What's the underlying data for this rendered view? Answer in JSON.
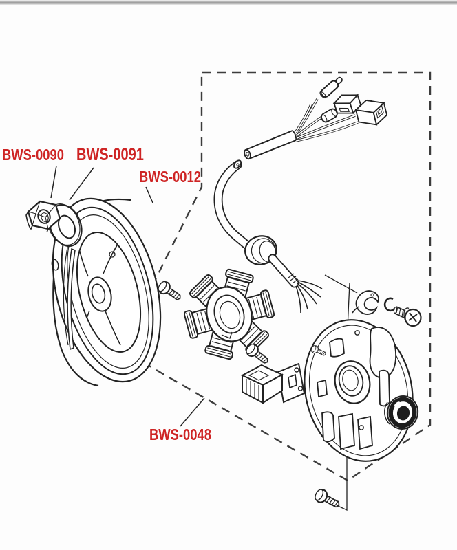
{
  "diagram": {
    "kind": "exploded-parts-diagram",
    "colors": {
      "label": "#ce2424",
      "line": "#222222",
      "background": "#fdfdfd",
      "dashed_boundary": "#3c3c3c"
    },
    "labels": {
      "nut_label": {
        "text": "BWS-0090",
        "points_to": "hex-nut"
      },
      "washer_label": {
        "text": "BWS-0091",
        "points_to": "washer"
      },
      "rotor_label": {
        "text": "BWS-0012",
        "points_to": "flywheel-rotor"
      },
      "assembly_label": {
        "text": "BWS-0048",
        "points_to": "stator-base-assembly-dashed-boundary"
      }
    },
    "parts_depicted": [
      "hex-nut",
      "washer",
      "flywheel-rotor",
      "wiring-harness-with-connectors",
      "rubber-grommet",
      "stator-coil-assembly",
      "pan-head-screws",
      "pickup-coil-unit",
      "stator-base-plate",
      "wire-clamp",
      "spring-washer",
      "hex-bolt",
      "oil-seal",
      "mounting-screw"
    ]
  }
}
